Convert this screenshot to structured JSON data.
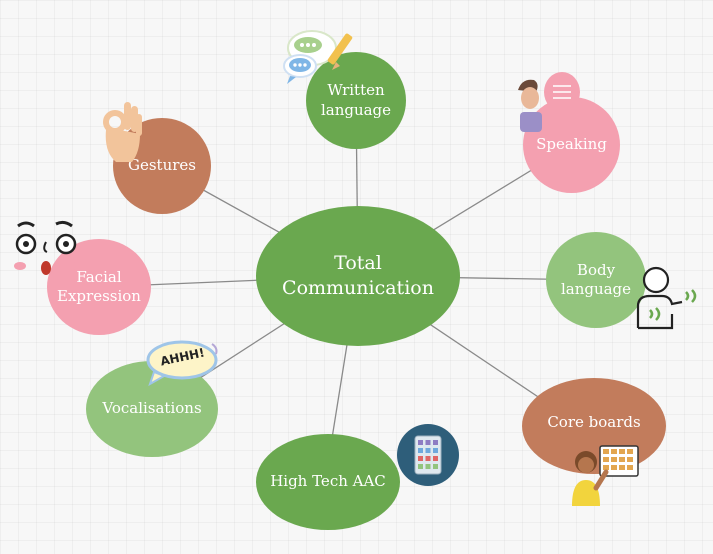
{
  "diagram": {
    "center": {
      "label": "Total\nCommunication"
    },
    "nodes": [
      {
        "id": "written-language",
        "label": "Written\nlanguage"
      },
      {
        "id": "speaking",
        "label": "Speaking"
      },
      {
        "id": "body-language",
        "label": "Body\nlanguage"
      },
      {
        "id": "core-boards",
        "label": "Core boards"
      },
      {
        "id": "high-tech-aac",
        "label": "High Tech AAC"
      },
      {
        "id": "vocalisations",
        "label": "Vocalisations"
      },
      {
        "id": "facial-expression",
        "label": "Facial\nExpression"
      },
      {
        "id": "gestures",
        "label": "Gestures"
      }
    ],
    "icons": {
      "written": "speech-bubbles-pencil-icon",
      "speaking": "person-speaking-icon",
      "body": "person-gesturing-icon",
      "core": "child-with-board-icon",
      "aac": "tablet-icon",
      "vocal": "ahhh-bubble-icon",
      "face": "surprised-face-icon",
      "gesture": "ok-hand-icon"
    },
    "vocal_bubble_text": "AHHH!",
    "colors": {
      "dark_green": "#6aa84f",
      "light_green": "#93c47d",
      "brown": "#c27c5c",
      "pink": "#f4a0b0"
    }
  }
}
